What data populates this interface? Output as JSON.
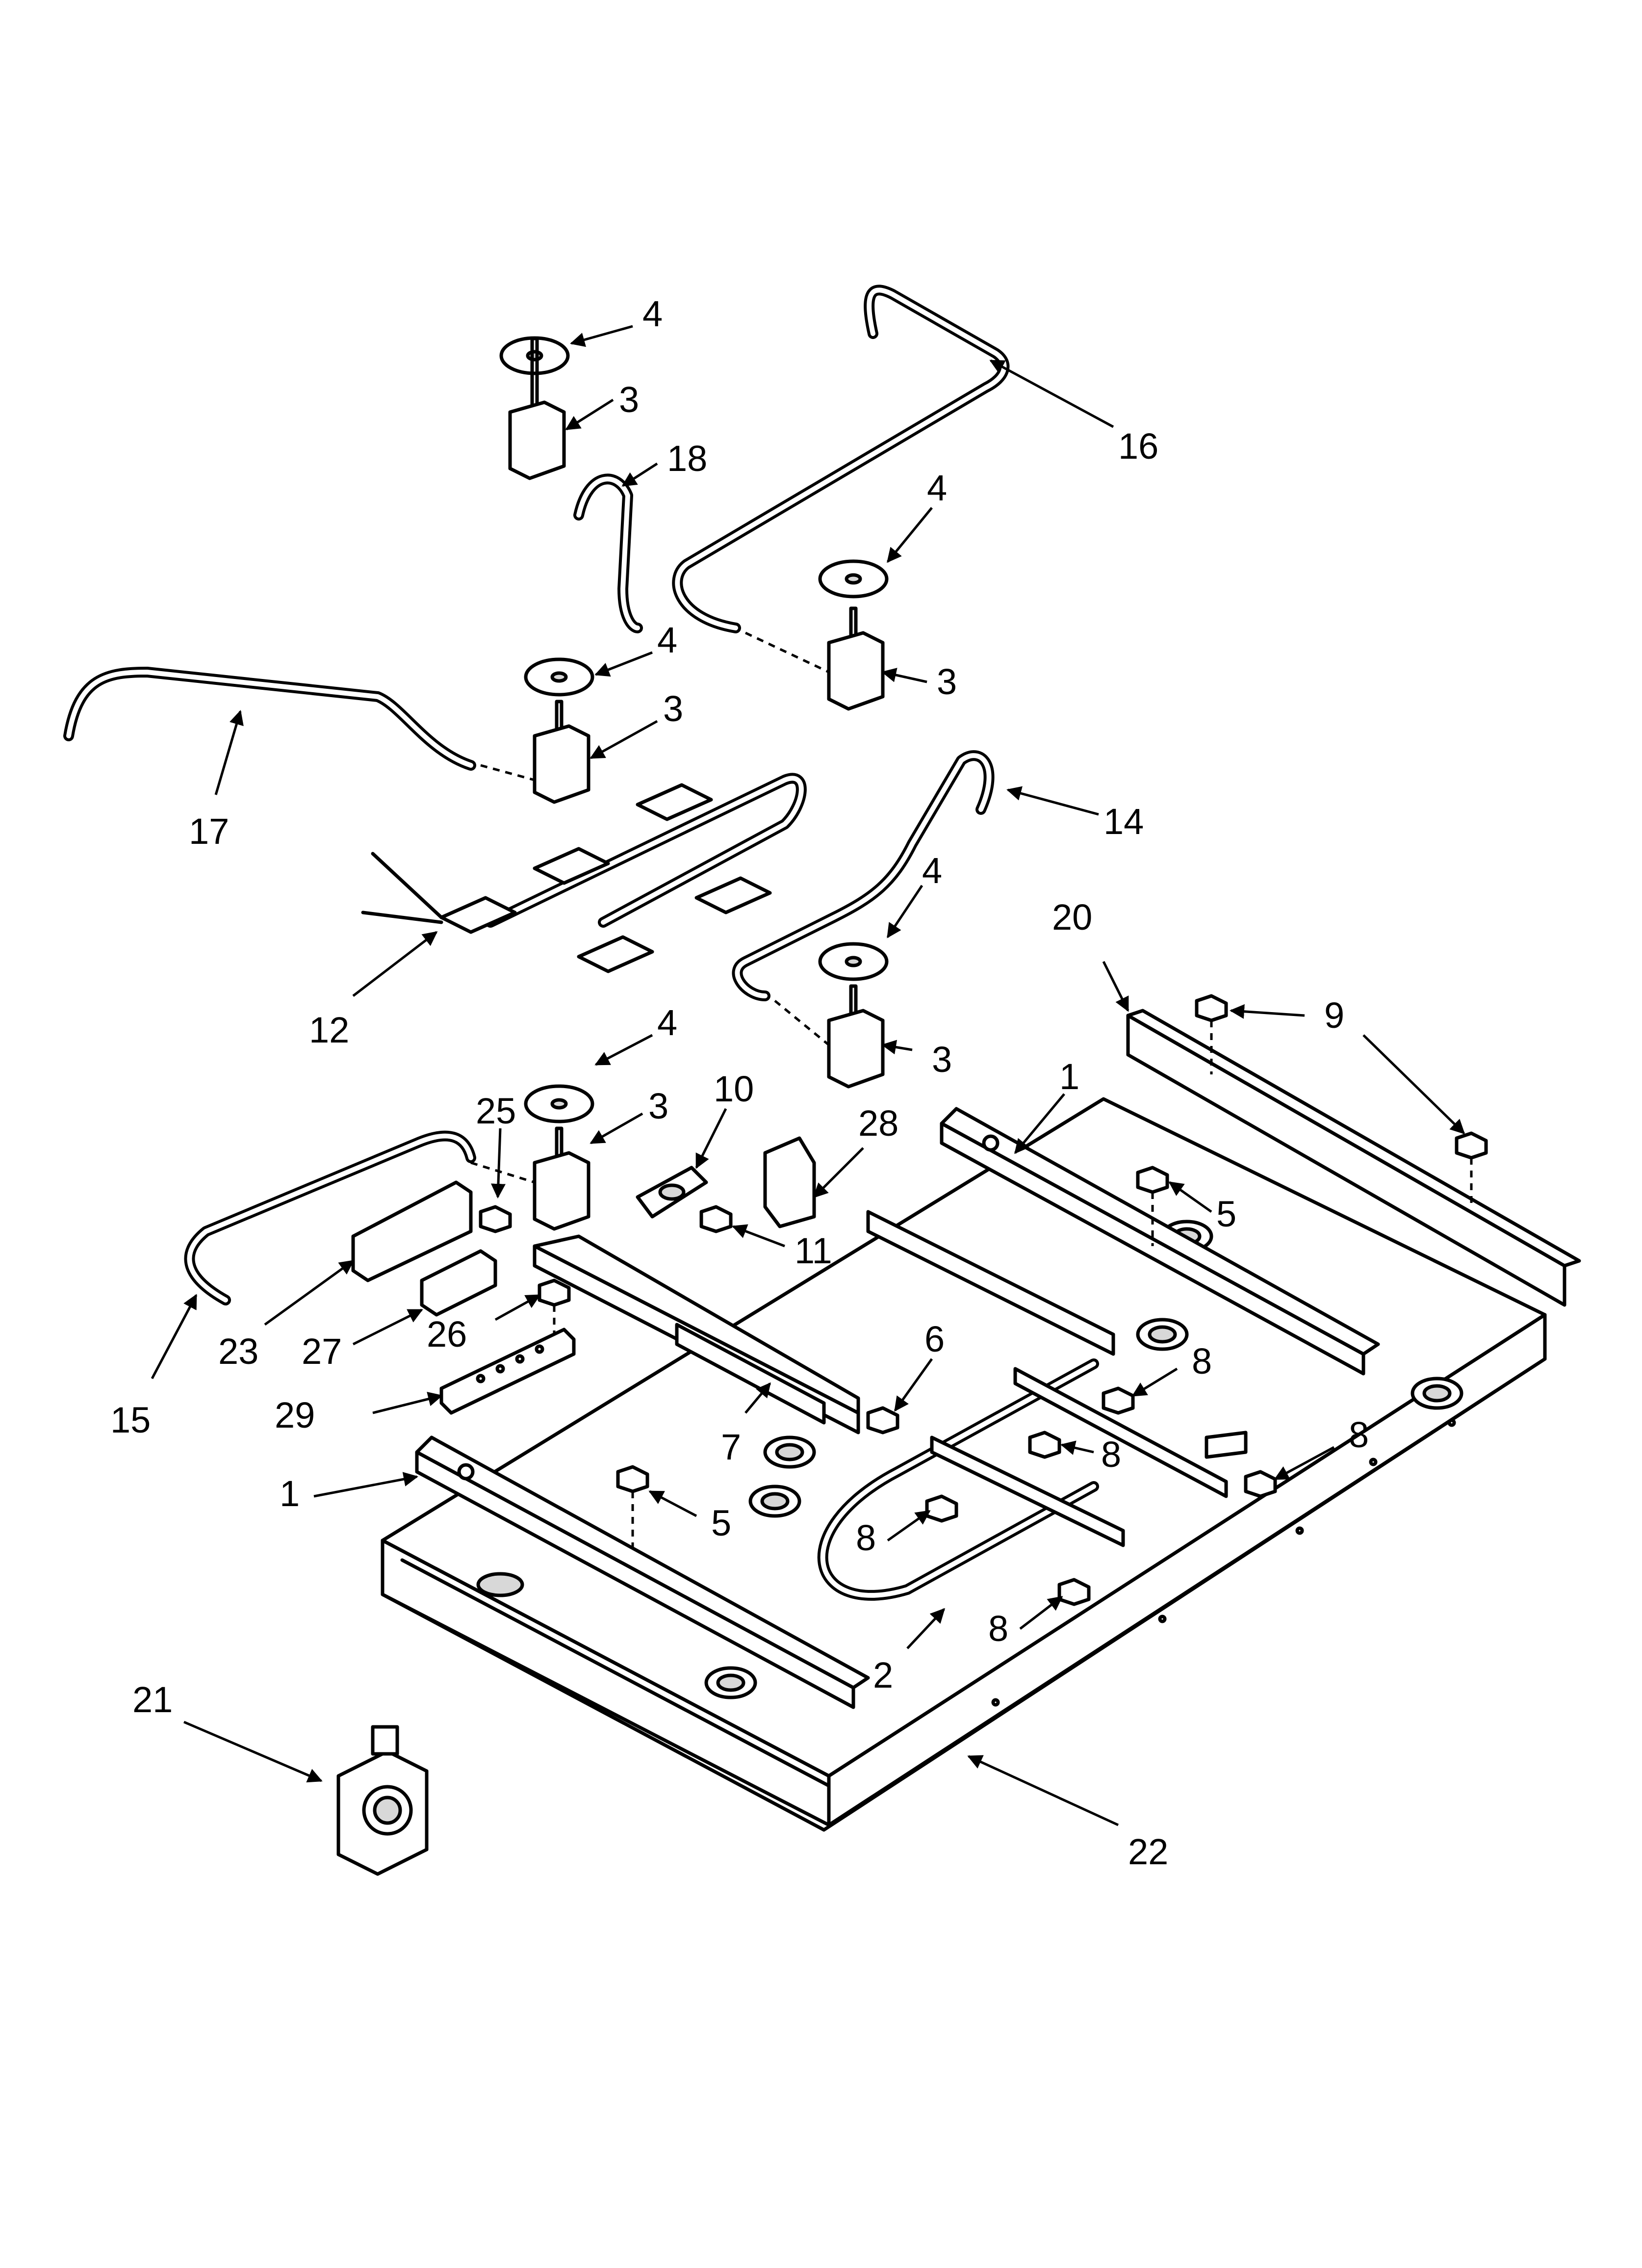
{
  "diagram": {
    "callouts": [
      {
        "id": "c4a",
        "label": "4"
      },
      {
        "id": "c3a",
        "label": "3"
      },
      {
        "id": "c18",
        "label": "18"
      },
      {
        "id": "c16",
        "label": "16"
      },
      {
        "id": "c4b",
        "label": "4"
      },
      {
        "id": "c3b",
        "label": "3"
      },
      {
        "id": "c4c",
        "label": "4"
      },
      {
        "id": "c3c",
        "label": "3"
      },
      {
        "id": "c17",
        "label": "17"
      },
      {
        "id": "c14",
        "label": "14"
      },
      {
        "id": "c12",
        "label": "12"
      },
      {
        "id": "c4d",
        "label": "4"
      },
      {
        "id": "c3d",
        "label": "3"
      },
      {
        "id": "c20",
        "label": "20"
      },
      {
        "id": "c9",
        "label": "9"
      },
      {
        "id": "c1a",
        "label": "1"
      },
      {
        "id": "c4e",
        "label": "4"
      },
      {
        "id": "c3e",
        "label": "3"
      },
      {
        "id": "c10",
        "label": "10"
      },
      {
        "id": "c28",
        "label": "28"
      },
      {
        "id": "c25",
        "label": "25"
      },
      {
        "id": "c5a",
        "label": "5"
      },
      {
        "id": "c11",
        "label": "11"
      },
      {
        "id": "c23",
        "label": "23"
      },
      {
        "id": "c27",
        "label": "27"
      },
      {
        "id": "c26",
        "label": "26"
      },
      {
        "id": "c15",
        "label": "15"
      },
      {
        "id": "c29",
        "label": "29"
      },
      {
        "id": "c6",
        "label": "6"
      },
      {
        "id": "c8a",
        "label": "8"
      },
      {
        "id": "c8b",
        "label": "8"
      },
      {
        "id": "c8c",
        "label": "8"
      },
      {
        "id": "c7",
        "label": "7"
      },
      {
        "id": "c1b",
        "label": "1"
      },
      {
        "id": "c5b",
        "label": "5"
      },
      {
        "id": "c8d",
        "label": "8"
      },
      {
        "id": "c8e",
        "label": "8"
      },
      {
        "id": "c2",
        "label": "2"
      },
      {
        "id": "c21",
        "label": "21"
      },
      {
        "id": "c22",
        "label": "22"
      }
    ]
  }
}
